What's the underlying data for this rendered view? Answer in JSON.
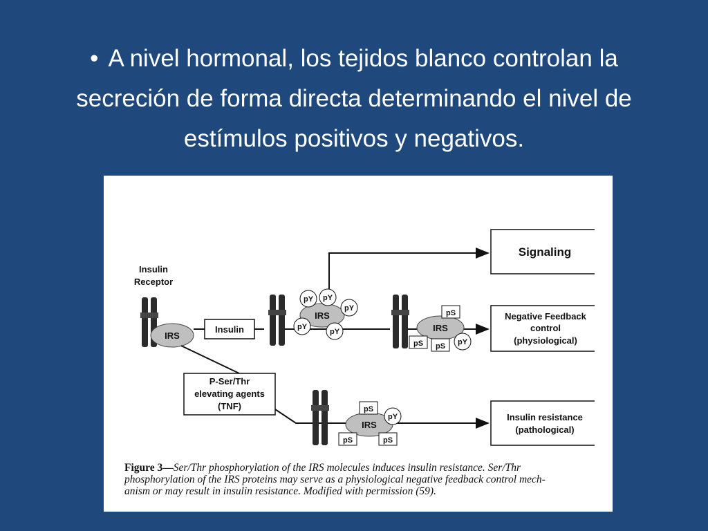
{
  "slide": {
    "bullet_symbol": "•",
    "bullet_lines": [
      "A nivel hormonal,  los tejidos blanco controlan la",
      "secreción de forma directa determinando el nivel de",
      "estímulos positivos y negativos."
    ]
  },
  "figure": {
    "labels": {
      "insulin_receptor_line1": "Insulin",
      "insulin_receptor_line2": "Receptor",
      "irs": "IRS",
      "insulin": "Insulin",
      "signaling": "Signaling",
      "neg_feedback_line1": "Negative Feedback",
      "neg_feedback_line2": "control",
      "neg_feedback_line3": "(physiological)",
      "pser_line1": "P-Ser/Thr",
      "pser_line2": "elevating agents",
      "pser_line3": "(TNF)",
      "insulin_resistance_line1": "Insulin resistance",
      "insulin_resistance_line2": "(pathological)",
      "py": "pY",
      "ps": "pS"
    },
    "caption": {
      "label": "Figure 3—",
      "lines": [
        "Ser/Thr phosphorylation of the IRS molecules induces insulin resistance. Ser/Thr",
        "phosphorylation of the IRS proteins may serve as a physiological negative feedback control mech-",
        "anism or may result in insulin resistance. Modified with permission (59)."
      ]
    }
  }
}
